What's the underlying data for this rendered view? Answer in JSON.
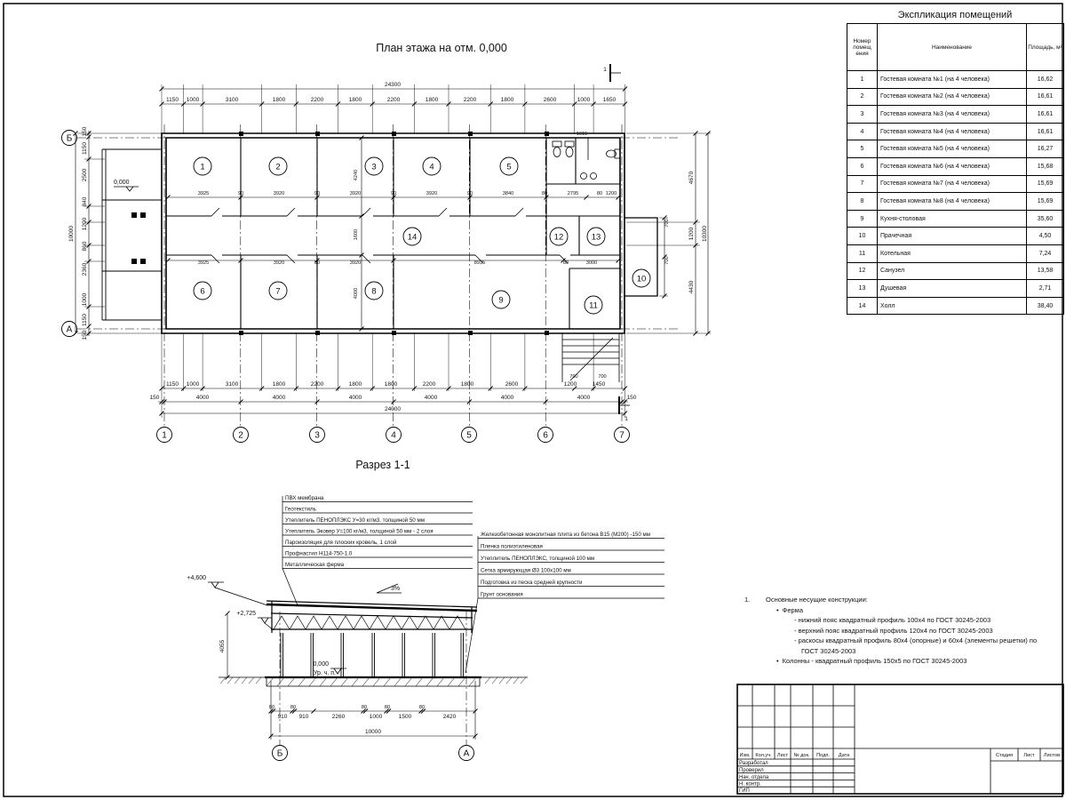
{
  "sheet": {
    "plan_title": "План этажа на отм. 0,000",
    "section_title": "Разрез 1-1",
    "section_mark": "1"
  },
  "schedule": {
    "title": "Экспликация помещений",
    "col_number": "Номер помещ ения",
    "col_name": "Наименование",
    "col_area": "Площадь, м²",
    "rows": [
      {
        "num": "1",
        "name": "Гостевая комната №1 (на 4 человека)",
        "area": "16,62"
      },
      {
        "num": "2",
        "name": "Гостевая комната №2 (на 4 человека)",
        "area": "16,61"
      },
      {
        "num": "3",
        "name": "Гостевая комната №3 (на 4 человека)",
        "area": "16,61"
      },
      {
        "num": "4",
        "name": "Гостевая комната №4 (на 4 человека)",
        "area": "16,61"
      },
      {
        "num": "5",
        "name": "Гостевая комната №5 (на 4 человека)",
        "area": "16,27"
      },
      {
        "num": "6",
        "name": "Гостевая комната №6 (на 4 человека)",
        "area": "15,68"
      },
      {
        "num": "7",
        "name": "Гостевая комната №7 (на 4 человека)",
        "area": "15,69"
      },
      {
        "num": "8",
        "name": "Гостевая комната №8 (на 4 человека)",
        "area": "15,69"
      },
      {
        "num": "9",
        "name": "Кухня-столовая",
        "area": "35,60"
      },
      {
        "num": "10",
        "name": "Прачечная",
        "area": "4,50"
      },
      {
        "num": "11",
        "name": "Котельная",
        "area": "7,24"
      },
      {
        "num": "12",
        "name": "Санузел",
        "area": "13,58"
      },
      {
        "num": "13",
        "name": "Душевая",
        "area": "2,71"
      },
      {
        "num": "14",
        "name": "Холл",
        "area": "38,40"
      }
    ]
  },
  "plan": {
    "axis_letters": [
      "Б",
      "А"
    ],
    "axis_numbers": [
      "1",
      "2",
      "3",
      "4",
      "5",
      "6",
      "7"
    ],
    "rooms": [
      "1",
      "2",
      "3",
      "4",
      "5",
      "6",
      "7",
      "8",
      "9",
      "10",
      "11",
      "12",
      "13",
      "14"
    ],
    "total_top": "24300",
    "dims_top": [
      "1150",
      "1000",
      "3100",
      "1800",
      "2200",
      "1800",
      "2200",
      "1800",
      "2200",
      "1800",
      "2600",
      "1000",
      "1650"
    ],
    "dims_bottom1": [
      "1150",
      "1000",
      "3100",
      "1800",
      "2200",
      "1800",
      "1800",
      "2200",
      "1800",
      "2600",
      "1200",
      "1450"
    ],
    "dims_bottom2": [
      "150",
      "4000",
      "4000",
      "4000",
      "4000",
      "4000",
      "4000",
      "150"
    ],
    "total_bottom": "24000",
    "dims_left": [
      "150",
      "1150",
      "2500",
      "840",
      "1200",
      "860",
      "2360",
      "1000",
      "1150",
      "150"
    ],
    "total_left": "10000",
    "dims_right": [
      "4670",
      "1200",
      "4430"
    ],
    "total_right": "10300",
    "dims_porch": [
      "700",
      "700"
    ],
    "dims_stairs": [
      "700",
      "700"
    ],
    "dims_int_top": [
      "3925",
      "90",
      "3920",
      "90",
      "3920",
      "90",
      "3920",
      "90",
      "3840",
      "80",
      "2795",
      "80",
      "1200"
    ],
    "dims_int_bottom": [
      "3925",
      "3920",
      "90",
      "3920",
      "8915",
      "80",
      "3000"
    ],
    "dims_int_vert": [
      "4240",
      "1600",
      "4000"
    ],
    "dim_wc": "1615",
    "elev_zero": "0,000"
  },
  "section": {
    "callouts_left": [
      "ПВХ мембрана",
      "Геотекстиль",
      "Утеплитель ПЕНОПЛЭКС У=30 кг/м3, толщиной 50 мм",
      "Утеплитель Эковер У=100 кг/м3, толщиной 50 мм - 2 слоя",
      "Пароизоляция для плоских кровель, 1 слой",
      "Профнастил Н114-750-1.0",
      "Металлическая ферма"
    ],
    "callouts_right": [
      "Железобетонная монолитная плита из бетона В15 (М200) -150 мм",
      "Пленка полиэтиленовая",
      "Утеплитель ПЕНОПЛЭКС, толщиной 100 мм",
      "Сетка армирующая Ø3 100х100 мм",
      "Подготовка из песка средней крупности",
      "Грунт основания"
    ],
    "elev_roof": "+4,600",
    "elev_truss": "+2,725",
    "elev_floor": "0,000",
    "floor_label": "Ур. ч. п.",
    "slope": "3%",
    "dim_height": "4055",
    "dims": [
      "80",
      "910",
      "80",
      "910",
      "2260",
      "80",
      "1000",
      "80",
      "1500",
      "80",
      "2420"
    ],
    "total": "10000",
    "axis_left": "Б",
    "axis_right": "А"
  },
  "notes": {
    "num": "1.",
    "title": "Основные несущие конструкции:",
    "bullet": "•",
    "item_ferma": "Ферма",
    "ferma_lines": [
      "- нижний пояс квадратный профиль 100х4 по ГОСТ 30245-2003",
      "- верхний пояс квадратный профиль 120х4 по ГОСТ 30245-2003",
      "- раскосы квадратный профиль 80х4 (опорные) и 60х4 (элементы решетки) по",
      "ГОСТ 30245-2003"
    ],
    "item_kolonny": "Колонны - квадратный профиль 150х5 по ГОСТ 30245-2003"
  },
  "titleblock": {
    "cols": [
      "Изм.",
      "Кол.уч.",
      "Лист",
      "№ док.",
      "Подп.",
      "Дата"
    ],
    "roles": [
      "Разработал",
      "Проверил",
      "Нач. отдела",
      "Н. контр.",
      "ГИП"
    ],
    "stage_cols": [
      "Стадия",
      "Лист",
      "Листов"
    ]
  }
}
